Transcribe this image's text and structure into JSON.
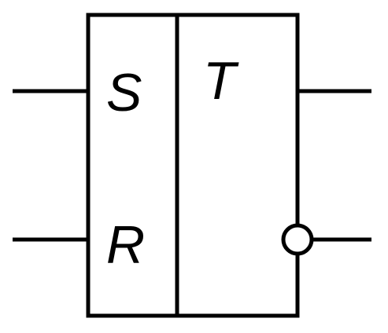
{
  "diagram": {
    "labels": {
      "set": "S",
      "reset": "R",
      "function": "T"
    }
  },
  "colors": {
    "stroke": "#000000",
    "background": "#ffffff"
  }
}
